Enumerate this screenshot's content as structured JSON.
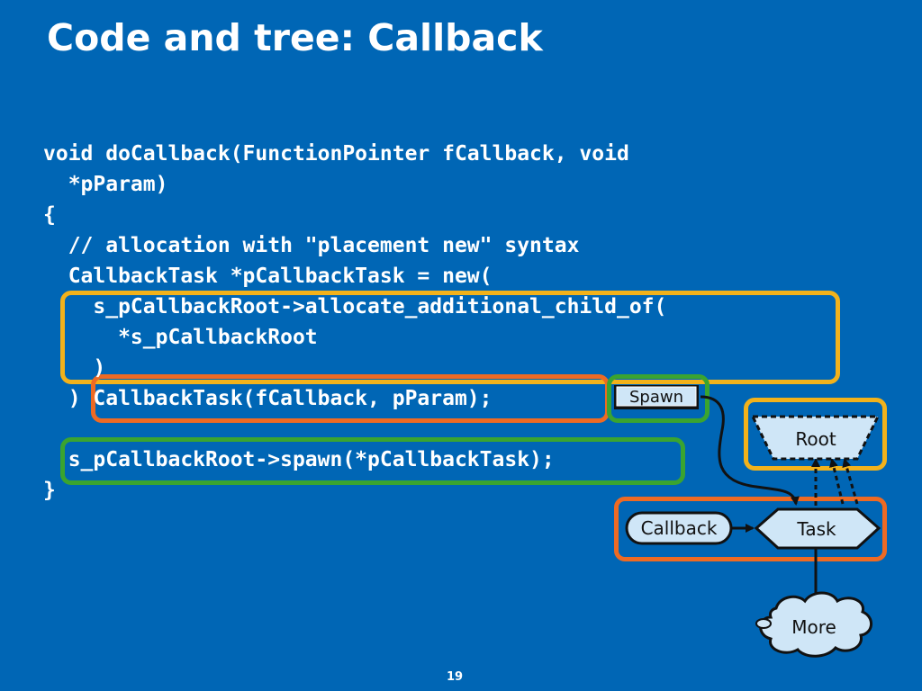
{
  "slide": {
    "title": "Code and tree: Callback",
    "page_number": "19"
  },
  "code": {
    "lines": [
      "void doCallback(FunctionPointer fCallback, void",
      "  *pParam)",
      "{",
      "  // allocation with \"placement new\" syntax",
      "  CallbackTask *pCallbackTask = new(",
      "    s_pCallbackRoot->allocate_additional_child_of(",
      "      *s_pCallbackRoot",
      "    )",
      "  ) CallbackTask(fCallback, pParam);",
      "",
      "  s_pCallbackRoot->spawn(*pCallbackTask);",
      "}"
    ]
  },
  "diagram": {
    "spawn_label": "Spawn",
    "root_label": "Root",
    "callback_label": "Callback",
    "task_label": "Task",
    "more_label": "More"
  },
  "colors": {
    "background": "#0066b5",
    "highlight_yellow": "#f2b21b",
    "highlight_orange": "#ee6a23",
    "highlight_green": "#3aa430",
    "node_fill": "#cfe6f7"
  }
}
